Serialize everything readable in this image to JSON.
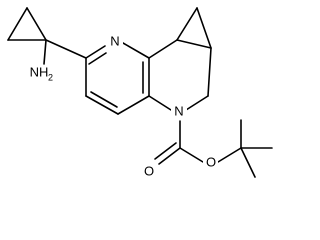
{
  "structure": {
    "atoms": {
      "pyridine_n": "N",
      "ring_n": "N",
      "carbonyl_o": "O",
      "ester_o": "O",
      "amine": {
        "main": "NH",
        "subscript": "2"
      }
    }
  }
}
